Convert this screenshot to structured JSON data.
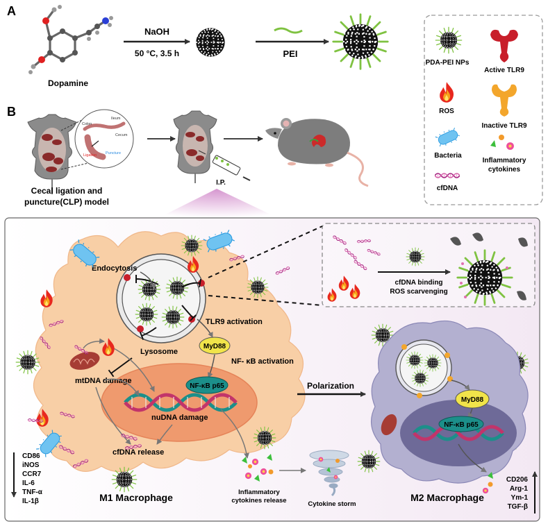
{
  "panel_a": {
    "letter": "A",
    "molecule_label": "Dopamine",
    "reagent_top": "NaOH",
    "reagent_bottom": "50 °C,  3.5 h",
    "pei_label": "PEI"
  },
  "legend": {
    "items": [
      {
        "label": "PDA-PEI NPs",
        "icon": "nanoparticle-icon"
      },
      {
        "label": "Active TLR9",
        "icon": "receptor-active-icon"
      },
      {
        "label": "ROS",
        "icon": "flame-icon"
      },
      {
        "label": "Inactive TLR9",
        "icon": "receptor-inactive-icon"
      },
      {
        "label": "Bacteria",
        "icon": "bacteria-icon"
      },
      {
        "label": "Inflammatory",
        "icon": "cytokine-icon"
      },
      {
        "label": "cytokines",
        "icon": ""
      },
      {
        "label": "cfDNA",
        "icon": "dna-icon"
      }
    ]
  },
  "panel_b": {
    "letter": "B",
    "inset_labels": {
      "colon": "Colon",
      "ileum": "Ileum",
      "cecum": "Cecum",
      "ligation": "Ligation",
      "puncture": "Puncture"
    },
    "model_line1": "Cecal ligation and",
    "model_line2": "puncture(CLP) model",
    "injection_label": "I.P."
  },
  "inset_box": {
    "line1": "cfDNA binding",
    "line2": "ROS scarvenging"
  },
  "m1": {
    "endocytosis": "Endocytosis",
    "lysosome": "Lysosome",
    "tlr9_activation": "TLR9 activation",
    "myd88": "MyD88",
    "nfkb_activation": "NF- κB activation",
    "nfkb_p65": "NF-κB p65",
    "mtdna_damage": "mtDNA damage",
    "nudna_damage": "nuDNA damage",
    "cfdna_release": "cfDNA release",
    "title": "M1 Macrophage",
    "markers": [
      "CD86",
      "iNOS",
      "CCR7",
      "IL-6",
      "TNF-α",
      "IL-1β"
    ]
  },
  "polarization": "Polarization",
  "cytokines_release_l1": "Inflammatory",
  "cytokines_release_l2": "cytokines release",
  "cytokine_storm": "Cytokine storm",
  "m2": {
    "myd88": "MyD88",
    "nfkb_p65": "NF-κB p65",
    "title": "M2 Macrophage",
    "markers": [
      "CD206",
      "Arg-1",
      "Ym-1",
      "TGF-β"
    ]
  },
  "colors": {
    "m1_cell": "#f8cfa6",
    "m1_nucleus": "#ef9a6e",
    "m2_cell": "#b3b0d0",
    "m2_nucleus": "#6e6a98",
    "nfkb": "#1c8f8a",
    "myd88": "#f1e44a"
  }
}
